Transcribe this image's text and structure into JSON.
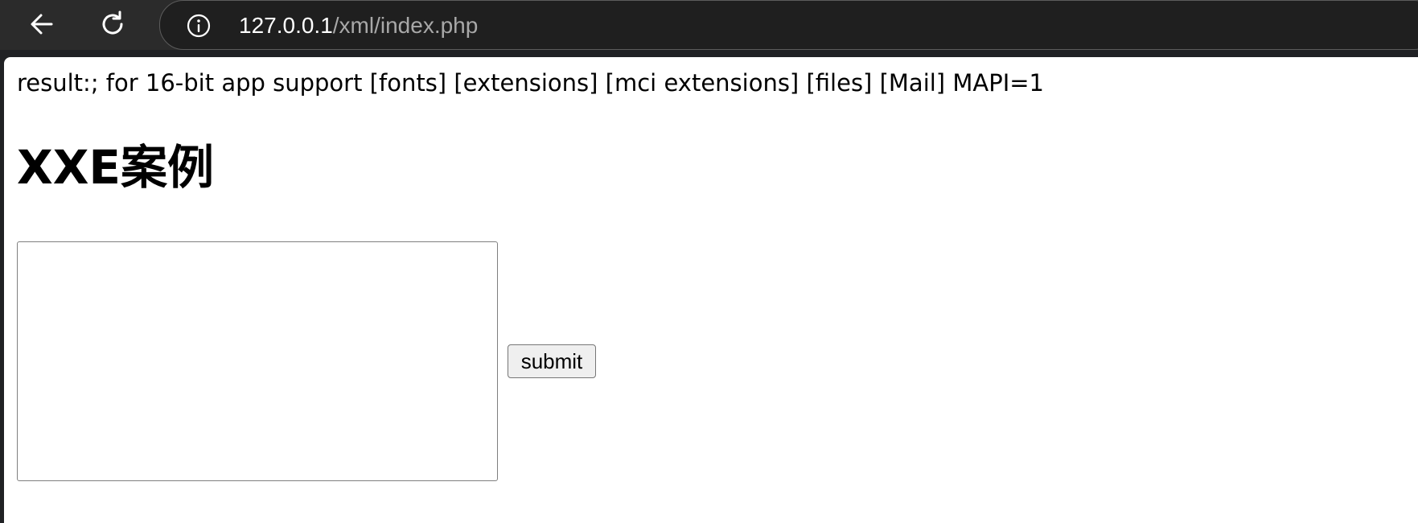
{
  "browser": {
    "address": {
      "host": "127.0.0.1",
      "path": "/xml/index.php"
    }
  },
  "icons": {
    "back": "arrow-left-icon",
    "reload": "reload-icon",
    "site_info": "info-circle-icon"
  },
  "page": {
    "result_text": "result:; for 16-bit app support [fonts] [extensions] [mci extensions] [files] [Mail] MAPI=1",
    "title": "XXE案例",
    "form": {
      "textarea_value": "",
      "submit_label": "submit"
    }
  },
  "colors": {
    "toolbar": "#2b2b2b",
    "omnibox": "#1f1f1f",
    "page_background": "#ffffff",
    "url_host": "#ffffff",
    "url_path": "#a8a8a8"
  }
}
